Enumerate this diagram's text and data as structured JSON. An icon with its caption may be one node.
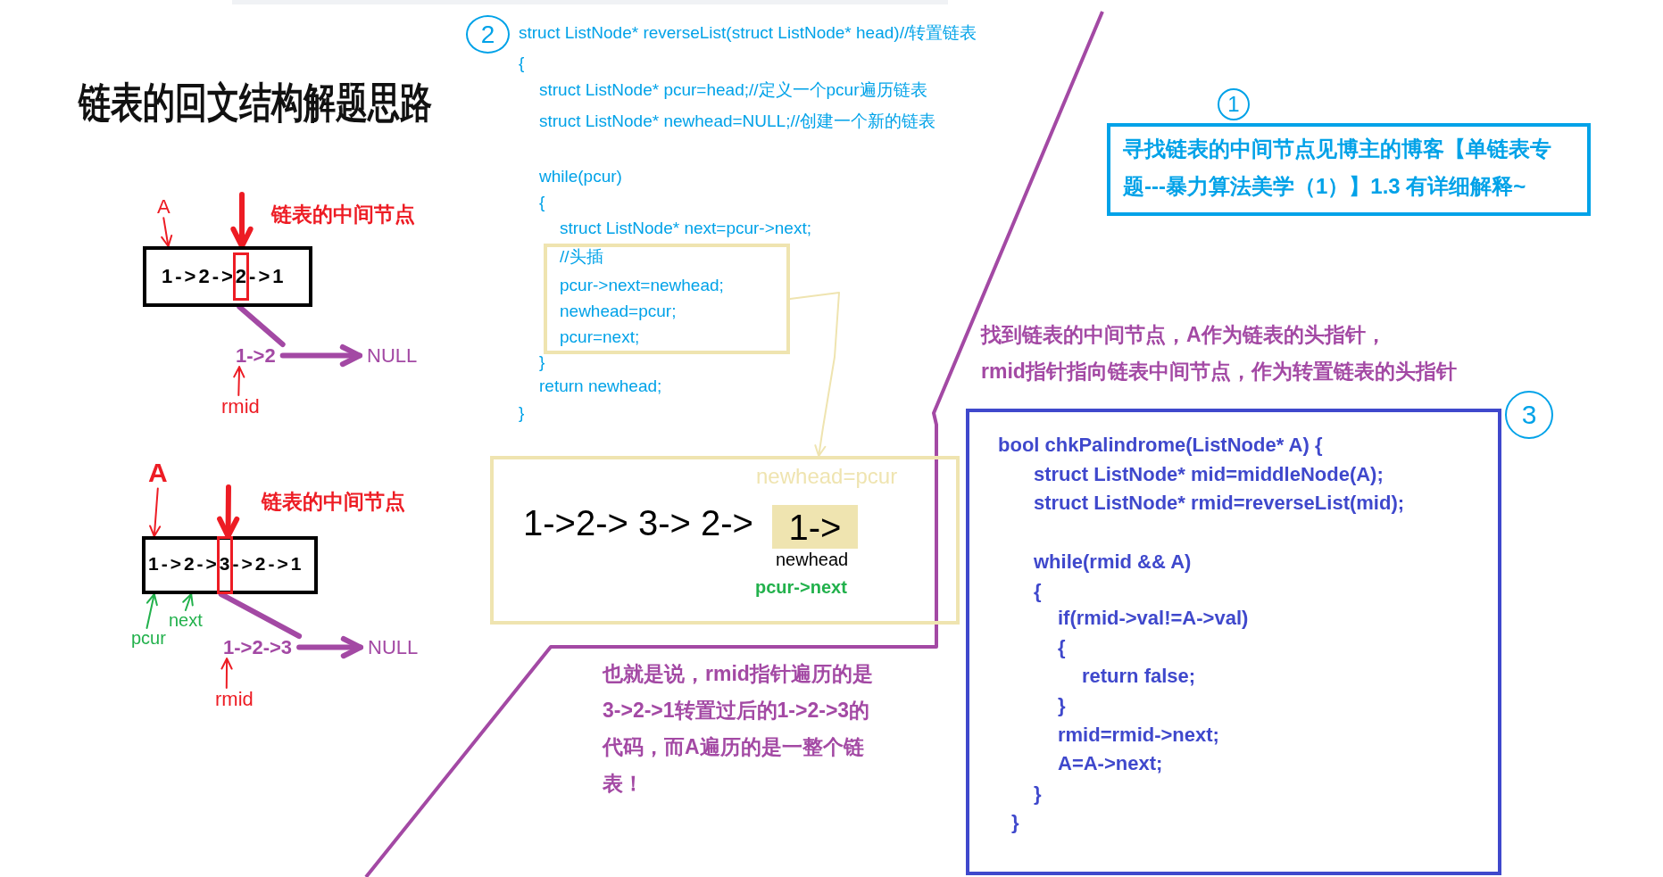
{
  "diagram": {
    "title": "链表的回文结构解题思路",
    "nodes": [
      {
        "text": [
          "A"
        ]
      },
      {
        "text": [
          "1->2->2->1"
        ]
      },
      {
        "text": [
          "1->2"
        ]
      },
      {
        "text": [
          "NULL"
        ]
      },
      {
        "text": [
          "rmid"
        ]
      },
      {
        "text": [
          "A"
        ]
      },
      {
        "text": [
          "1->2->3->2->1"
        ]
      },
      {
        "text": [
          "next"
        ]
      },
      {
        "text": [
          "pcur"
        ]
      },
      {
        "text": [
          "1->2->3"
        ]
      },
      {
        "text": [
          "NULL"
        ]
      },
      {
        "text": [
          "rmid"
        ]
      },
      {
        "text": [
          "//头插",
          "pcur->next=newhead;",
          "newhead=pcur;",
          "pcur=next;"
        ]
      },
      {
        "text": [
          "newhead=pcur",
          "1->2-> 3-> 2->"
        ]
      },
      {
        "text": [
          "1->"
        ],
        "in": 13,
        "beside": [
          "newhead",
          "pcur->next"
        ]
      },
      {
        "text": [
          "寻找链表的中间节点见博主的博客【单链表专题---暴力算法美学（1）】1.3 有详细解释~"
        ],
        "beside": [
          "1"
        ]
      },
      {
        "text": [
          "bool chkPalindrome(ListNode* A) {",
          "struct ListNode* mid=middleNode(A);",
          "struct ListNode* rmid=reverseList(mid);",
          "while(rmid && A)",
          "{",
          "if(rmid->val!=A->val)",
          "{",
          "return false;",
          "}",
          "rmid=rmid->next;",
          "A=A->next;",
          "}",
          "}"
        ],
        "beside": [
          "3"
        ]
      }
    ],
    "edges": [
      {
        "from": 0,
        "to": 1,
        "arrow": "to"
      },
      {
        "from": null,
        "to": 1,
        "arrow": "to",
        "label": "链表的中间节点",
        "style": "thick"
      },
      {
        "from": 1,
        "to": 2,
        "arrow": "none",
        "style": "thick",
        "color": "#a349a4"
      },
      {
        "from": 2,
        "to": 3,
        "arrow": "to",
        "style": "thick",
        "color": "#a349a4"
      },
      {
        "from": 4,
        "to": 2,
        "arrow": "to"
      },
      {
        "from": 5,
        "to": 6,
        "arrow": "to"
      },
      {
        "from": null,
        "to": 6,
        "arrow": "to",
        "label": "链表的中间节点",
        "style": "thick"
      },
      {
        "from": 7,
        "to": 6,
        "arrow": "to",
        "color": "#22b14c"
      },
      {
        "from": 8,
        "to": 6,
        "arrow": "to",
        "color": "#22b14c"
      },
      {
        "from": 6,
        "to": 9,
        "arrow": "none",
        "style": "thick",
        "color": "#a349a4"
      },
      {
        "from": 9,
        "to": 10,
        "arrow": "to",
        "style": "thick",
        "color": "#a349a4"
      },
      {
        "from": 11,
        "to": 9,
        "arrow": "to"
      },
      {
        "from": 12,
        "to": 13,
        "arrow": "to",
        "color": "#efe4b0"
      }
    ],
    "labels": [
      "2",
      "struct ListNode* reverseList(struct ListNode* head)//转置链表",
      "{",
      "struct ListNode* pcur=head;//定义一个pcur遍历链表",
      "struct ListNode* newhead=NULL;//创建一个新的链表",
      "while(pcur)",
      "{",
      "struct ListNode* next=pcur->next;",
      "}",
      "return newhead;",
      "}",
      "也就是说，rmid指针遍历的是3->2->1转置过后的1->2->3的代码，而A遍历的是一整个链表！",
      "找到链表的中间节点，A作为链表的头指针，",
      "rmid指针指向链表中间节点，作为转置链表的头指针"
    ]
  }
}
